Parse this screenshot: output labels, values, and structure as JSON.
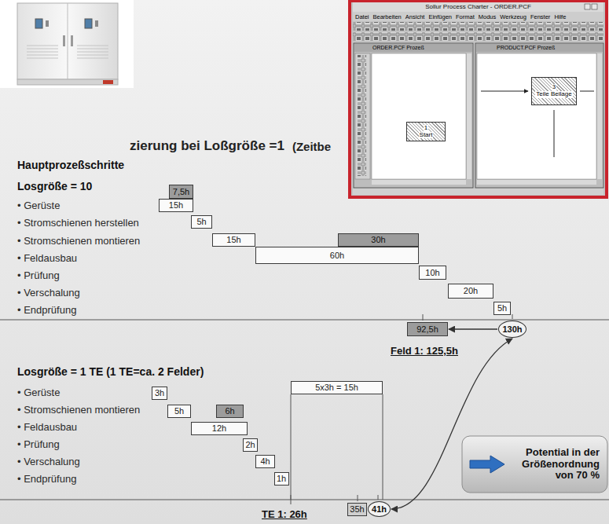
{
  "diagram": {
    "title": "zierung bei Loßgröße =1",
    "nodes": [
      {
        "text": [
          "7,5h"
        ]
      },
      {
        "text": [
          "15h"
        ]
      },
      {
        "text": [
          "5h"
        ]
      },
      {
        "text": [
          "15h"
        ]
      },
      {
        "text": [
          "30h"
        ]
      },
      {
        "text": [
          "60h"
        ]
      },
      {
        "text": [
          "10h"
        ]
      },
      {
        "text": [
          "20h"
        ]
      },
      {
        "text": [
          "5h"
        ]
      },
      {
        "text": [
          "92,5h"
        ]
      },
      {
        "text": [
          "130h"
        ]
      },
      {
        "text": [
          "3h"
        ]
      },
      {
        "text": [
          "5h"
        ]
      },
      {
        "text": [
          "6h"
        ]
      },
      {
        "text": [
          "12h"
        ]
      },
      {
        "text": [
          "2h"
        ]
      },
      {
        "text": [
          "4h"
        ]
      },
      {
        "text": [
          "1h"
        ]
      },
      {
        "text": [
          "5x3h = 15h"
        ]
      },
      {
        "text": [
          "35h"
        ]
      },
      {
        "text": [
          "41h"
        ]
      },
      {
        "text": [
          "Potential in der Größenordnung von 70 %"
        ]
      },
      {
        "text": [
          "1",
          "Start"
        ]
      },
      {
        "text": [
          "3",
          "Teile Beilage"
        ]
      }
    ],
    "edges": [
      {
        "from": 10,
        "to": 9,
        "arrow": "to"
      },
      {
        "from": 20,
        "to": 10,
        "arrow": "both"
      }
    ],
    "labels": [
      "(Zeitbe",
      "Hauptprozeßschritte",
      "Losgröße = 10",
      "• Gerüste",
      "• Stromschienen herstellen",
      "• Stromschienen montieren",
      "• Feldausbau",
      "• Prüfung",
      "• Verschalung",
      "• Endprüfung",
      "Feld 1: 125,5h",
      "Losgröße = 1 TE (1 TE=ca. 2 Felder)",
      "• Gerüste",
      "• Stromschienen montieren",
      "• Feldausbau",
      "• Prüfung",
      "• Verschalung",
      "• Endprüfung",
      "TE 1: 26h",
      "Sollur Process Charter - ORDER.PCF",
      "Datei",
      "Bearbeiten",
      "Ansicht",
      "Einfügen",
      "Format",
      "Modus",
      "Werkzeug",
      "Fenster",
      "Hilfe",
      "ORDER.PCF Prozeß",
      "PRODUCT.PCF Prozeß"
    ]
  }
}
